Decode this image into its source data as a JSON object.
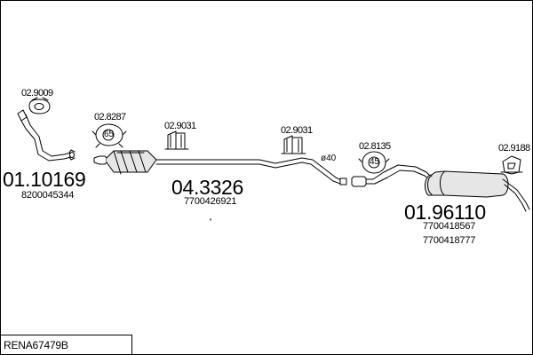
{
  "reference": "RENA67479B",
  "sections": [
    {
      "number": "01.10169",
      "oem": [
        "8200045344"
      ]
    },
    {
      "number": "04.3326",
      "oem": [
        "7700426921"
      ]
    },
    {
      "number": "01.96110",
      "oem": [
        "7700418567",
        "7700418777"
      ]
    }
  ],
  "fittings": [
    {
      "number": "02.9009",
      "badge": ""
    },
    {
      "number": "02.8287",
      "badge": "65"
    },
    {
      "number": "02.9031",
      "badge": ""
    },
    {
      "number": "02.9031",
      "badge": ""
    },
    {
      "number": "02.8135",
      "badge": "45"
    },
    {
      "number": "02.9188",
      "badge": ""
    }
  ],
  "pipe_diameter": "ø40",
  "colors": {
    "line": "#000000",
    "body_fill": "#e6e6e6",
    "background": "#ffffff"
  }
}
